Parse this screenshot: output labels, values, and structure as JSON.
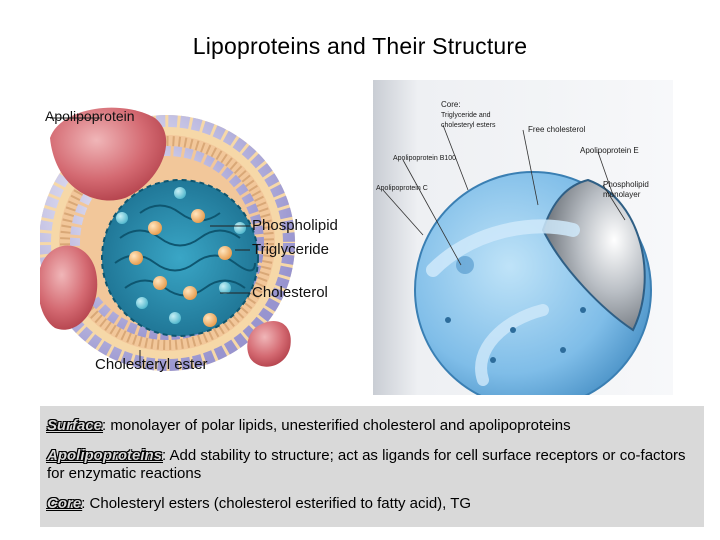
{
  "title": "Lipoproteins and Their Structure",
  "left_diagram": {
    "labels": {
      "apolipoprotein": "Apolipoprotein",
      "phospholipid": "Phospholipid",
      "triglyceride": "Triglyceride",
      "cholesterol": "Cholesterol",
      "cholesteryl_ester": "Cholesteryl ester"
    }
  },
  "right_diagram": {
    "labels": {
      "core_line1": "Core:",
      "core_line2": "Triglyceride and",
      "core_line3": "cholesteryl esters",
      "free_cholesterol": "Free cholesterol",
      "apo_b100": "Apolipoprotein B100",
      "apo_e": "Apolipoprotein E",
      "apo_c": "Apolipoprotein C",
      "phospholipid_line1": "Phospholipid",
      "phospholipid_line2": "monolayer"
    }
  },
  "descriptions": [
    {
      "term": "Surface",
      "text": ": monolayer  of polar lipids, unesterified cholesterol  and apolipoproteins"
    },
    {
      "term": "Apolipoproteins",
      "text": ": Add stability to structure; act as ligands for cell surface receptors  or co-factors for enzymatic reactions"
    },
    {
      "term": "Core",
      "text": ":  Cholesteryl esters (cholesterol esterified to fatty acid), TG"
    }
  ],
  "colors": {
    "description_background": "#d9d9d9",
    "apolipoprotein": "#c8525d",
    "phospholipid_head": "#a9a6d6",
    "core": "#2e8fb0",
    "right_particle": "#8ec9ee"
  }
}
